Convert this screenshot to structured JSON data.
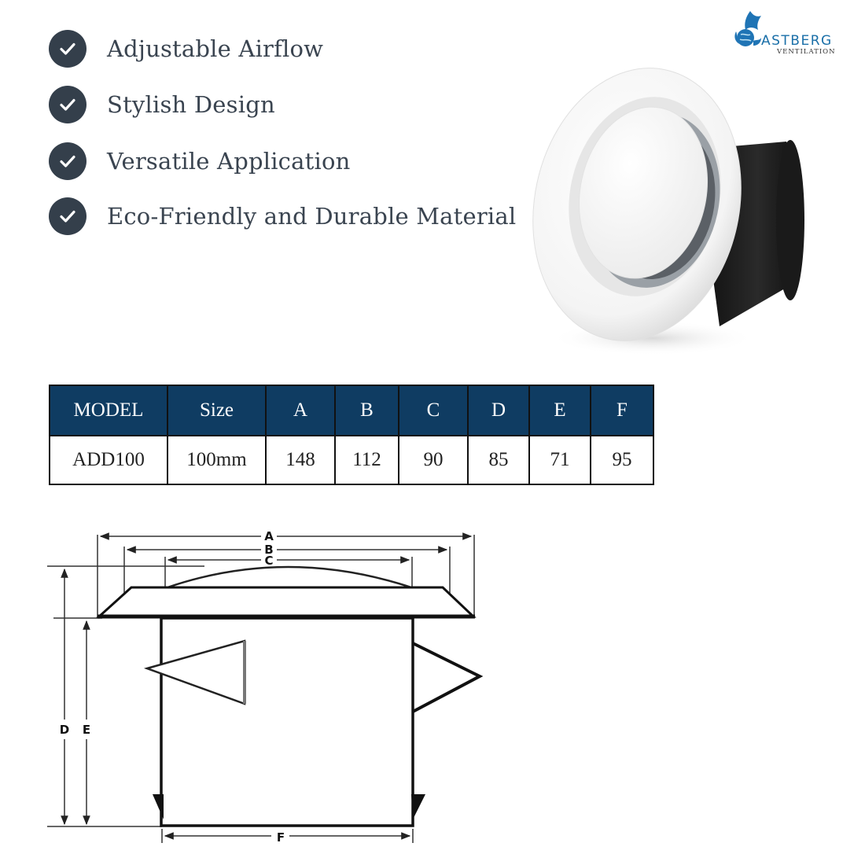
{
  "brand": {
    "name": "ASTBERG",
    "subtitle": "VENTILATION",
    "accent_color": "#1a6fa8"
  },
  "features": [
    {
      "icon": "check-circle-icon",
      "label": "Adjustable Airflow"
    },
    {
      "icon": "check-circle-icon",
      "label": "Stylish Design"
    },
    {
      "icon": "check-circle-icon",
      "label": "Versatile Application"
    },
    {
      "icon": "check-circle-icon",
      "label": "Eco-Friendly and Durable Material"
    }
  ],
  "product_image": {
    "alt": "White round ceiling air diffuser valve with black duct collar"
  },
  "spec_table": {
    "header_color": "#0f3c62",
    "columns": [
      "MODEL",
      "Size",
      "A",
      "B",
      "C",
      "D",
      "E",
      "F"
    ],
    "rows": [
      [
        "ADD100",
        "100mm",
        "148",
        "112",
        "90",
        "85",
        "71",
        "95"
      ]
    ]
  },
  "diagram": {
    "labels": {
      "A": "A",
      "B": "B",
      "C": "C",
      "D": "D",
      "E": "E",
      "F": "F"
    }
  }
}
